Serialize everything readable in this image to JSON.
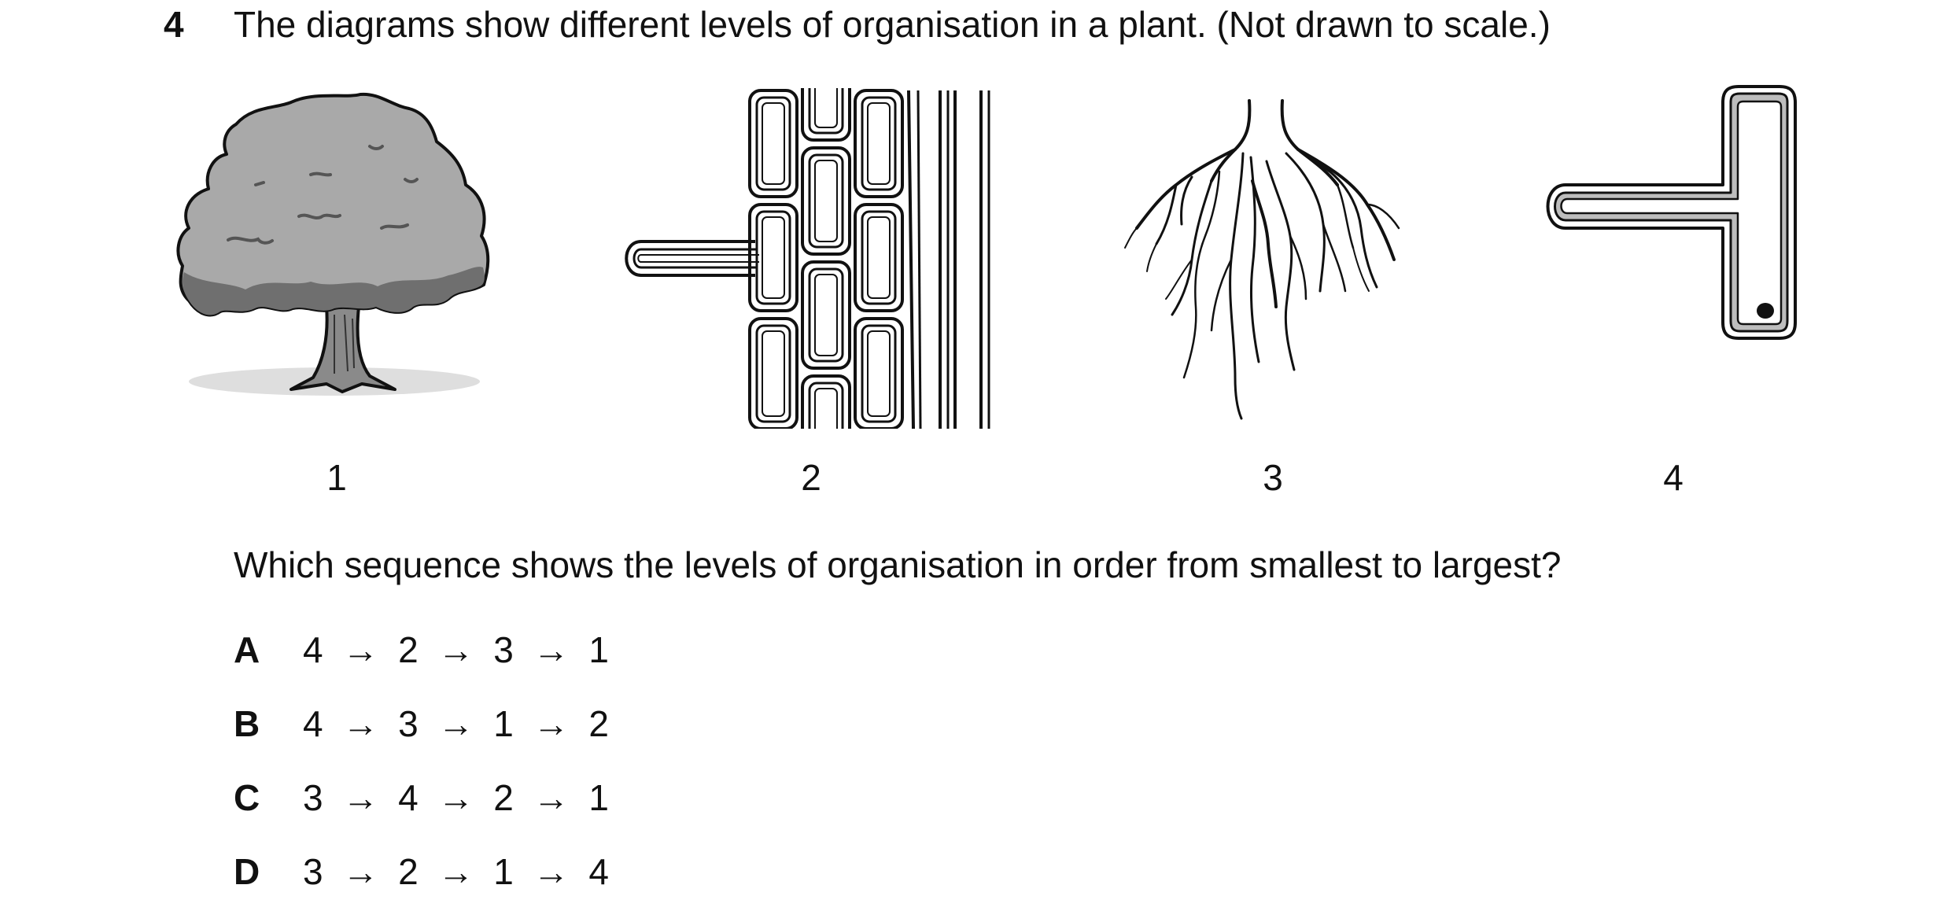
{
  "question": {
    "number": "4",
    "stem": "The diagrams show different levels of organisation in a plant. (Not drawn to scale.)",
    "prompt": "Which sequence shows the levels of organisation in order from smallest to largest?"
  },
  "figures": [
    {
      "label": "1",
      "icon": "tree-icon"
    },
    {
      "label": "2",
      "icon": "root-hair-tissue-icon"
    },
    {
      "label": "3",
      "icon": "root-system-icon"
    },
    {
      "label": "4",
      "icon": "root-hair-cell-icon"
    }
  ],
  "options": [
    {
      "letter": "A",
      "sequence": "4 → 2 → 3 → 1"
    },
    {
      "letter": "B",
      "sequence": "4 → 3 → 1 → 2"
    },
    {
      "letter": "C",
      "sequence": "3 → 4 → 2 → 1"
    },
    {
      "letter": "D",
      "sequence": "3 → 2 → 1 → 4"
    }
  ],
  "colors": {
    "ink": "#111111",
    "foliage": "#a9a9a9",
    "foliage_shadow": "#6f6f6f",
    "trunk": "#8a8a8a",
    "ground_shadow": "#dedede",
    "cell_wall_fill": "#bdbdbd"
  }
}
